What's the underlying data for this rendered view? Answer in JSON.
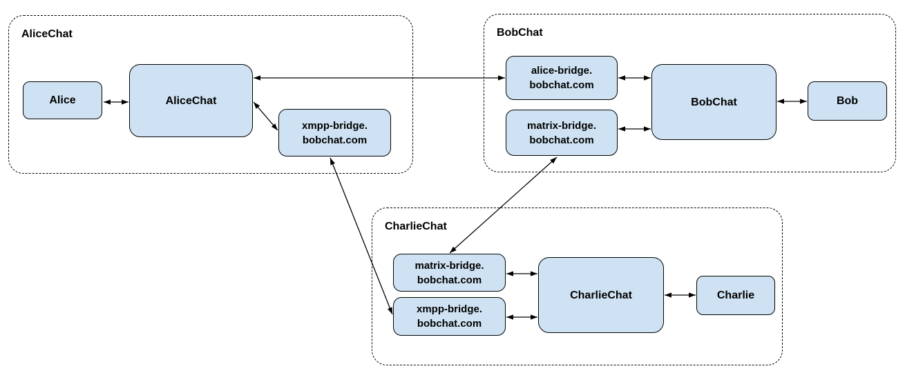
{
  "colors": {
    "background": "#ffffff",
    "box_fill": "#cfe2f3",
    "box_border": "#000000",
    "container_border": "#000000",
    "arrow": "#000000",
    "text": "#000000"
  },
  "diagram": {
    "groups": {
      "alicechat": {
        "label": "AliceChat"
      },
      "bobchat": {
        "label": "BobChat"
      },
      "charliechat": {
        "label": "CharlieChat"
      }
    },
    "nodes": {
      "alice_user": {
        "label": "Alice"
      },
      "alicechat_server": {
        "label": "AliceChat"
      },
      "alicechat_xmpp_bridge": {
        "lines": [
          "xmpp-bridge.",
          "bobchat.com"
        ]
      },
      "bobchat_alice_bridge": {
        "lines": [
          "alice-bridge.",
          "bobchat.com"
        ]
      },
      "bobchat_matrix_bridge": {
        "lines": [
          "matrix-bridge.",
          "bobchat.com"
        ]
      },
      "bobchat_server": {
        "label": "BobChat"
      },
      "bob_user": {
        "label": "Bob"
      },
      "charliechat_matrix_bridge": {
        "lines": [
          "matrix-bridge.",
          "bobchat.com"
        ]
      },
      "charliechat_xmpp_bridge": {
        "lines": [
          "xmpp-bridge.",
          "bobchat.com"
        ]
      },
      "charliechat_server": {
        "label": "CharlieChat"
      },
      "charlie_user": {
        "label": "Charlie"
      }
    },
    "edges": [
      {
        "name": "alice-user--alicechat-server",
        "from": "alice_user",
        "to": "alicechat_server",
        "bidirectional": true
      },
      {
        "name": "alicechat-server--bobchat-alice-bridge",
        "from": "alicechat_server",
        "to": "bobchat_alice_bridge",
        "bidirectional": true
      },
      {
        "name": "alicechat-server--alicechat-xmpp-bridge",
        "from": "alicechat_server",
        "to": "alicechat_xmpp_bridge",
        "bidirectional": true
      },
      {
        "name": "alicechat-xmpp-bridge--charliechat-xmpp-bridge",
        "from": "alicechat_xmpp_bridge",
        "to": "charliechat_xmpp_bridge",
        "bidirectional": true
      },
      {
        "name": "bobchat-matrix-bridge--charliechat-matrix-bridge",
        "from": "bobchat_matrix_bridge",
        "to": "charliechat_matrix_bridge",
        "bidirectional": true
      },
      {
        "name": "bobchat-alice-bridge--bobchat-server",
        "from": "bobchat_alice_bridge",
        "to": "bobchat_server",
        "bidirectional": true
      },
      {
        "name": "bobchat-matrix-bridge--bobchat-server",
        "from": "bobchat_matrix_bridge",
        "to": "bobchat_server",
        "bidirectional": true
      },
      {
        "name": "bobchat-server--bob-user",
        "from": "bobchat_server",
        "to": "bob_user",
        "bidirectional": true
      },
      {
        "name": "charliechat-matrix-bridge--charliechat-server",
        "from": "charliechat_matrix_bridge",
        "to": "charliechat_server",
        "bidirectional": true
      },
      {
        "name": "charliechat-xmpp-bridge--charliechat-server",
        "from": "charliechat_xmpp_bridge",
        "to": "charliechat_server",
        "bidirectional": true
      },
      {
        "name": "charliechat-server--charlie-user",
        "from": "charliechat_server",
        "to": "charlie_user",
        "bidirectional": true
      }
    ]
  }
}
